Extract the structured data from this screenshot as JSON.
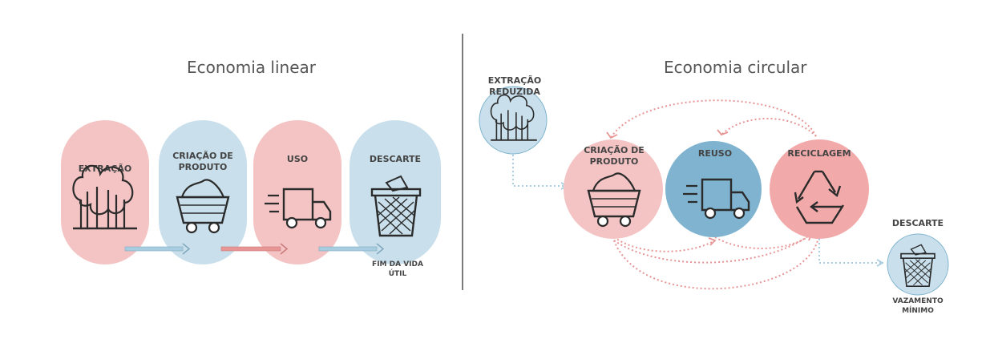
{
  "linear": {
    "title": "Economia linear",
    "stages": [
      "EXTRAÇÃO",
      "CRIAÇÃO DE",
      "PRODUTO",
      "USO",
      "DESCARTE"
    ],
    "end_note": [
      "FIM DA VIDA",
      "ÚTIL"
    ]
  },
  "circular": {
    "title": "Economia circular",
    "extraction": [
      "EXTRAÇÃO",
      "REDUZIDA"
    ],
    "creation": [
      "CRIAÇÃO DE",
      "PRODUTO"
    ],
    "reuse": "REUSO",
    "recycling": "RECICLAGEM",
    "discard": "DESCARTE",
    "leak": [
      "VAZAMENTO",
      "MÍNIMO"
    ]
  },
  "colors": {
    "pink": "#f4c4c4",
    "pink_strong": "#f2a9a9",
    "blue": "#c9e0ec",
    "blue_strong": "#7fb3cf",
    "outline": "#2b2b2b",
    "arrow_blue": "#a8cde0",
    "arrow_pink": "#e79595"
  },
  "icons": [
    "trees-icon",
    "mine-cart-icon",
    "truck-icon",
    "trash-bin-icon",
    "recycle-icon"
  ]
}
